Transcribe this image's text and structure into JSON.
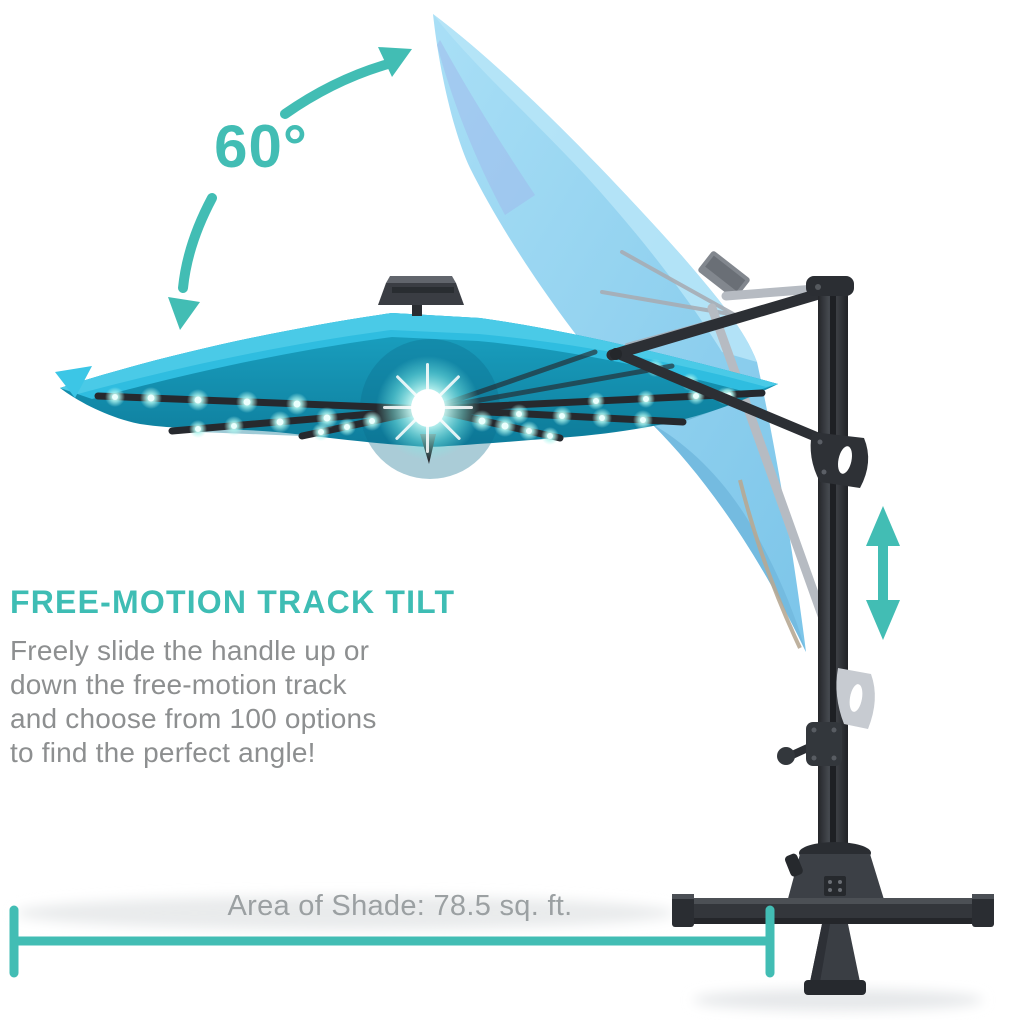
{
  "illustration": {
    "subject": "cantilever patio umbrella with solar LED lights and free-motion track tilt",
    "angle_label": "60°",
    "icons": {
      "rotation_arrow": "curved-double-headed-arrow",
      "track_arrow": "vertical-double-headed-arrow",
      "measurement_line": "horizontal-dimension-line"
    }
  },
  "feature": {
    "heading": "FREE-MOTION TRACK TILT",
    "body_lines": [
      "Freely slide the handle up or",
      "down the free-motion track",
      "and choose from 100 options",
      "to find the perfect angle!"
    ]
  },
  "measurement": {
    "label": "Area of Shade: 78.5 sq. ft."
  },
  "colors": {
    "accent_teal": "#42BDB4",
    "heading_teal": "#3EBDB4",
    "body_gray": "#8D8F90",
    "measurement_gray": "#9BA0A2",
    "canopy_top": "#2FBDE0",
    "canopy_underside": "#1594B4",
    "ghost_canopy_blue": "#8FD2F0",
    "frame_charcoal": "#33363B",
    "ghost_frame_gray": "#C6CAD0",
    "led_glow": "#AFF6EF"
  }
}
